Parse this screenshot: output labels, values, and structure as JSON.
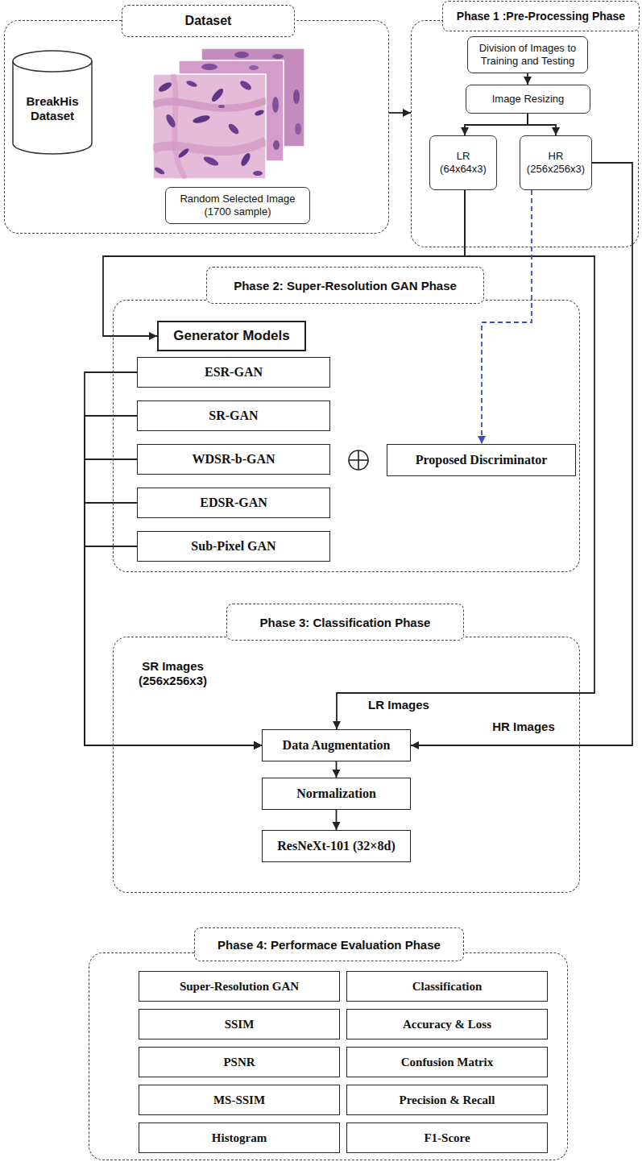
{
  "diagram": {
    "nodes": [
      {
        "text": [
          "Dataset"
        ]
      },
      {
        "text": [
          "BreakHis Dataset"
        ],
        "in": 0
      },
      {
        "text": [
          "Random Selected Image (1700 sample)"
        ],
        "in": 0
      },
      {
        "text": [
          "Phase 1 :Pre-Processing Phase"
        ]
      },
      {
        "text": [
          "Division of Images to Training and Testing"
        ],
        "in": 3
      },
      {
        "text": [
          "Image Resizing"
        ],
        "in": 3
      },
      {
        "text": [
          "LR (64x64x3)"
        ],
        "in": 3
      },
      {
        "text": [
          "HR (256x256x3)"
        ],
        "in": 3
      },
      {
        "text": [
          "Phase 2: Super-Resolution GAN Phase"
        ]
      },
      {
        "text": [
          "Generator Models"
        ],
        "in": 8
      },
      {
        "text": [
          "ESR-GAN"
        ],
        "in": 8
      },
      {
        "text": [
          "SR-GAN"
        ],
        "in": 8
      },
      {
        "text": [
          "WDSR-b-GAN"
        ],
        "in": 8
      },
      {
        "text": [
          "EDSR-GAN"
        ],
        "in": 8
      },
      {
        "text": [
          "Sub-Pixel GAN"
        ],
        "in": 8
      },
      {
        "text": [
          "Proposed Discriminator"
        ],
        "in": 8
      },
      {
        "text": [
          "Phase 3: Classification Phase"
        ]
      },
      {
        "text": [
          "Data Augmentation"
        ],
        "in": 16
      },
      {
        "text": [
          "Normalization"
        ],
        "in": 16
      },
      {
        "text": [
          "ResNeXt-101 (32×8d)"
        ],
        "in": 16
      },
      {
        "text": [
          "Phase 4: Performace Evaluation Phase"
        ]
      },
      {
        "text": [
          "Super-Resolution GAN"
        ],
        "in": 20
      },
      {
        "text": [
          "Classification"
        ],
        "in": 20
      },
      {
        "text": [
          "SSIM"
        ],
        "in": 20
      },
      {
        "text": [
          "Accuracy & Loss"
        ],
        "in": 20
      },
      {
        "text": [
          "PSNR"
        ],
        "in": 20
      },
      {
        "text": [
          "Confusion Matrix"
        ],
        "in": 20
      },
      {
        "text": [
          "MS-SSIM"
        ],
        "in": 20
      },
      {
        "text": [
          "Precision & Recall"
        ],
        "in": 20
      },
      {
        "text": [
          "Histogram"
        ],
        "in": 20
      },
      {
        "text": [
          "F1-Score"
        ],
        "in": 20
      }
    ],
    "edges": [
      {
        "from": 0,
        "to": 3,
        "arrow": "to"
      },
      {
        "from": 4,
        "to": 5,
        "arrow": "to"
      },
      {
        "from": 5,
        "to": 6,
        "arrow": "to"
      },
      {
        "from": 5,
        "to": 7,
        "arrow": "to"
      },
      {
        "from": 6,
        "to": 9,
        "arrow": "to"
      },
      {
        "from": 6,
        "to": 17,
        "label": "LR Images",
        "arrow": "to"
      },
      {
        "from": 7,
        "to": 17,
        "label": "HR Images",
        "arrow": "to"
      },
      {
        "from": 7,
        "to": 15,
        "arrow": "to"
      },
      {
        "from": 10,
        "to": 17,
        "label": "SR Images (256x256x3)",
        "arrow": "to"
      },
      {
        "from": 11,
        "to": 17,
        "arrow": "to"
      },
      {
        "from": 12,
        "to": 17,
        "arrow": "to"
      },
      {
        "from": 13,
        "to": 17,
        "arrow": "to"
      },
      {
        "from": 14,
        "to": 17,
        "arrow": "to"
      },
      {
        "from": 17,
        "to": 18,
        "arrow": "to"
      },
      {
        "from": 18,
        "to": 19,
        "arrow": "to"
      }
    ]
  }
}
